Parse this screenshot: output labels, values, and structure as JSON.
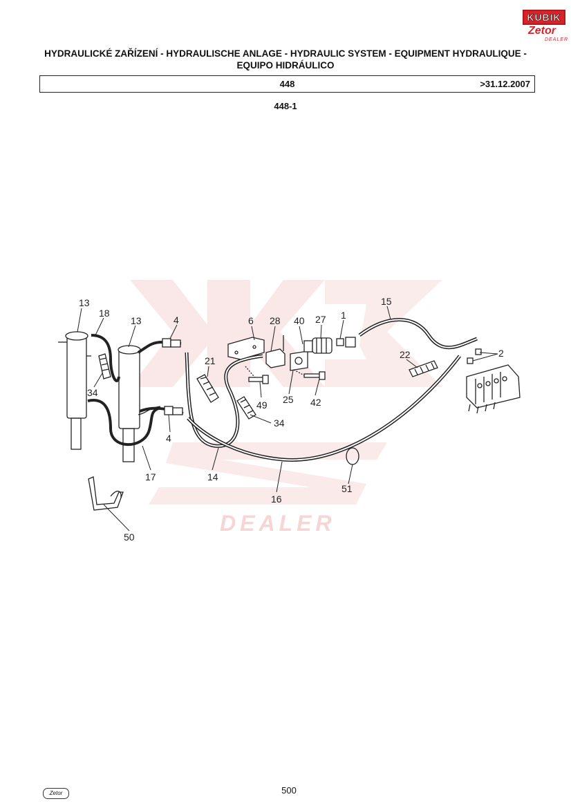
{
  "header": {
    "title_line1": "HYDRAULICKÉ ZAŘÍZENÍ - HYDRAULISCHE ANLAGE - HYDRAULIC SYSTEM - EQUIPMENT HYDRAULIQUE -",
    "title_line2": "EQUIPO HIDRÁULICO",
    "group_number": "448",
    "validity": ">31.12.2007",
    "figure_number": "448-1"
  },
  "logo": {
    "brand_top": "KUBIK",
    "brand_mid": "Zetor",
    "brand_bottom": "DEALER"
  },
  "colors": {
    "brand_red": "#d8232a",
    "watermark": "#f6d5d5",
    "ink": "#222222"
  },
  "callouts": {
    "c13a": "13",
    "c18": "18",
    "c13b": "13",
    "c4a": "4",
    "c6": "6",
    "c28": "28",
    "c40": "40",
    "c27": "27",
    "c1": "1",
    "c15": "15",
    "c2": "2",
    "c22": "22",
    "c21": "21",
    "c34a": "34",
    "c49": "49",
    "c25": "25",
    "c42": "42",
    "c34b": "34",
    "c4b": "4",
    "c17": "17",
    "c14": "14",
    "c16": "16",
    "c51": "51",
    "c50": "50"
  },
  "watermark": {
    "text": "DEALER"
  },
  "footer": {
    "brand": "Zetor",
    "page_number": "500"
  }
}
